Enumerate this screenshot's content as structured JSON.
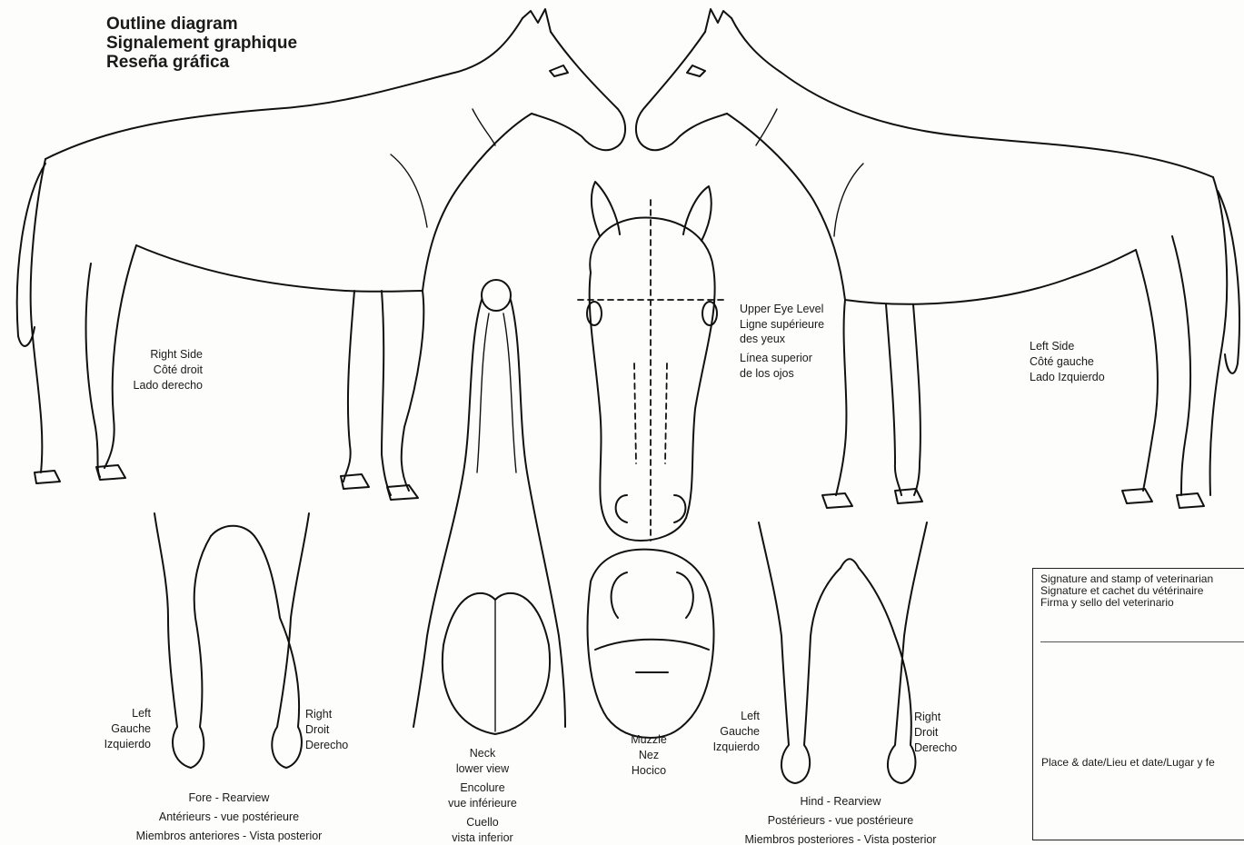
{
  "title": {
    "line1": "Outline diagram",
    "line2": "Signalement graphique",
    "line3": "Reseña gráfica"
  },
  "right_side": {
    "en": "Right Side",
    "fr": "Côté droit",
    "es": "Lado derecho"
  },
  "left_side": {
    "en": "Left Side",
    "fr": "Côté gauche",
    "es": "Lado Izquierdo"
  },
  "eye_level": {
    "en": "Upper Eye Level",
    "fr1": "Ligne supérieure",
    "fr2": "des yeux",
    "es1": "Línea superior",
    "es2": "de los ojos"
  },
  "fore": {
    "left": {
      "en": "Left",
      "fr": "Gauche",
      "es": "Izquierdo"
    },
    "right": {
      "en": "Right",
      "fr": "Droit",
      "es": "Derecho"
    },
    "caption": {
      "en": "Fore - Rearview",
      "fr": "Antérieurs - vue postérieure",
      "es": "Miembros anteriores - Vista posterior"
    }
  },
  "neck": {
    "l1": "Neck",
    "l2": "lower view",
    "l3": "Encolure",
    "l4": "vue inférieure",
    "l5": "Cuello",
    "l6": "vista inferior"
  },
  "muzzle": {
    "en": "Muzzle",
    "fr": "Nez",
    "es": "Hocico"
  },
  "hind": {
    "left": {
      "en": "Left",
      "fr": "Gauche",
      "es": "Izquierdo"
    },
    "right": {
      "en": "Right",
      "fr": "Droit",
      "es": "Derecho"
    },
    "caption": {
      "en": "Hind - Rearview",
      "fr": "Postérieurs - vue postérieure",
      "es": "Miembros posteriores - Vista posterior"
    }
  },
  "signature": {
    "en": "Signature and stamp of veterinarian",
    "fr": "Signature et cachet du vétérinaire",
    "es": "Firma y sello del veterinario",
    "place": "Place & date/Lieu et date/Lugar y fe"
  }
}
